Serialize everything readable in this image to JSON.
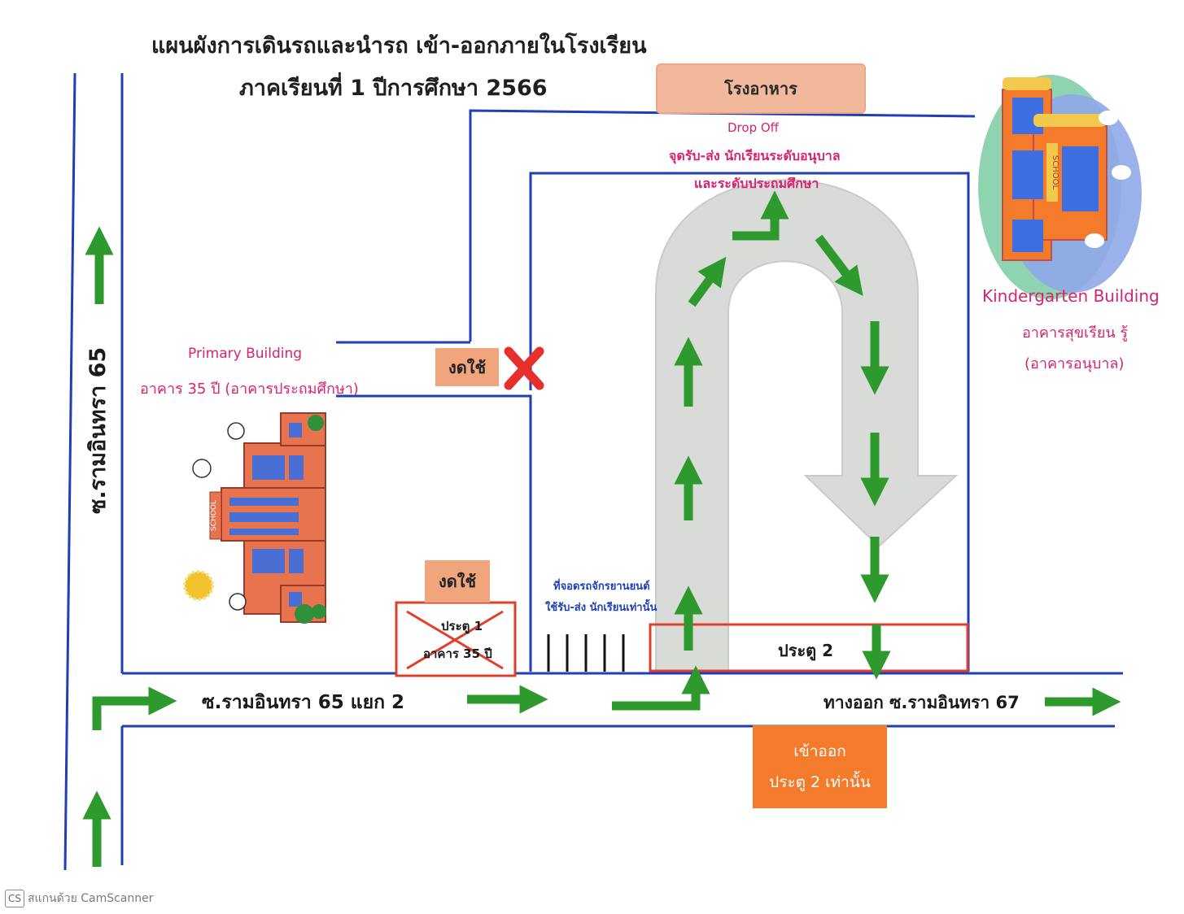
{
  "title": {
    "line1": "แผนผังการเดินรถและนำรถ เข้า-ออกภายในโรงเรียน",
    "line2": "ภาคเรียนที่ 1 ปีการศึกษา 2566"
  },
  "canteen": "โรงอาหาร",
  "dropoff": {
    "en": "Drop Off",
    "line1": "จุดรับ-ส่ง นักเรียนระดับอนุบาล",
    "line2": "และระดับประถมศึกษา"
  },
  "kindergarten": {
    "en": "Kindergarten Building",
    "th1": "อาคารสุขเรียน รู้",
    "th2": "(อาคารอนุบาล)",
    "sign": "SCHOOL"
  },
  "primary": {
    "en": "Primary  Building",
    "th": "อาคาร 35 ปี (อาคารประถมศึกษา)",
    "sign": "SCHOOL"
  },
  "closed_upper": "งดใช้",
  "closed_lower": "งดใช้",
  "gate1": {
    "line1": "ประตู 1",
    "line2": "อาคาร  35 ปี"
  },
  "parking": {
    "line1": "ที่จอดรถจักรยานยนต์",
    "line2": "ใช้รับ-ส่ง นักเรียนเท่านั้น"
  },
  "gate2": "ประตู 2",
  "roads": {
    "main": "ซ.รามอินทรา  65",
    "soi": "ซ.รามอินทรา  65  แยก 2",
    "exit": "ทางออก ซ.รามอินทรา 67"
  },
  "entry_box": {
    "line1": "เข้าออก",
    "line2": "ประตู 2 เท่านั้น"
  },
  "scanner": {
    "badge": "CS",
    "text": "สแกนด้วย CamScanner"
  },
  "colors": {
    "road_line": "#1f3fb8",
    "arrow": "#2e9a2e",
    "pink_text": "#d6246e",
    "canteen_fill": "#f2b89b",
    "closed_fill": "#f0a57c",
    "entry_fill": "#f47a2c",
    "gate_border": "#e0402a",
    "x_mark": "#e8302a",
    "u_turn": "#d9dbd9"
  }
}
